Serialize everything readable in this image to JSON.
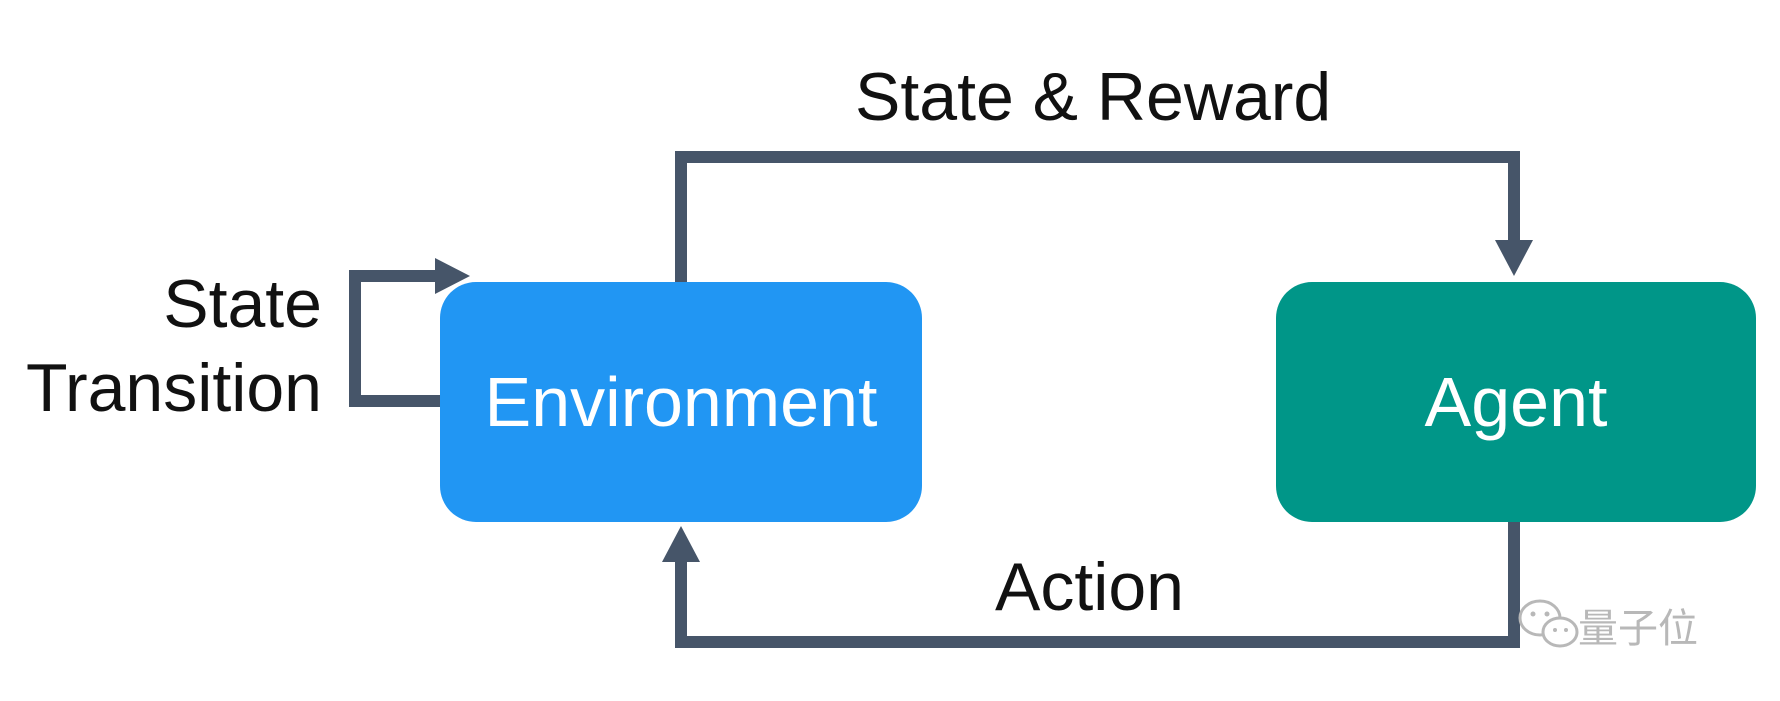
{
  "nodes": {
    "environment": {
      "label": "Environment",
      "color": "#2196F3"
    },
    "agent": {
      "label": "Agent",
      "color": "#009688"
    }
  },
  "edges": {
    "state_reward": {
      "label": "State & Reward",
      "from": "environment",
      "to": "agent"
    },
    "action": {
      "label": "Action",
      "from": "agent",
      "to": "environment"
    },
    "state_transition": {
      "label_line1": "State",
      "label_line2": "Transition",
      "from": "environment",
      "to": "environment"
    }
  },
  "style": {
    "arrow_color": "#465569",
    "text_color": "#111111"
  },
  "watermark": {
    "text": "量子位",
    "icon": "wechat-icon"
  }
}
